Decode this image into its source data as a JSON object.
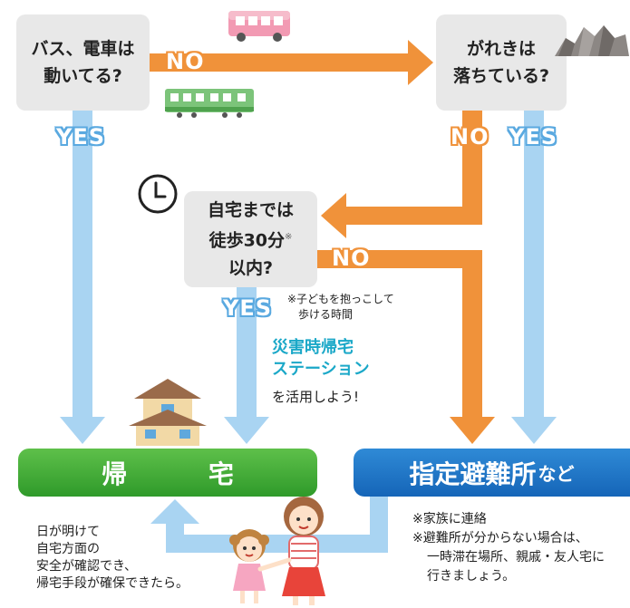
{
  "questions": {
    "q1": [
      "バス、電車は",
      "動いてる?"
    ],
    "q2": [
      "がれきは",
      "落ちている?"
    ],
    "q3": [
      "自宅までは",
      "徒歩30分",
      "以内?"
    ],
    "q3_mark": "※"
  },
  "labels": {
    "no1": "NO",
    "no2": "NO",
    "no3": "NO",
    "yes1": "YES",
    "yes2": "YES",
    "yes3": "YES"
  },
  "footnote_walk": [
    "※子どもを抱っこして",
    "歩ける時間"
  ],
  "station": {
    "line1": "災害時帰宅",
    "line2": "ステーション",
    "line3": "を活用しよう!"
  },
  "destinations": {
    "home": "帰 宅",
    "shelter_main": "指定避難所",
    "shelter_suffix": "など"
  },
  "home_note": [
    "日が明けて",
    "自宅方面の",
    "安全が確認でき、",
    "帰宅手段が確保できたら。"
  ],
  "shelter_note": [
    "※家族に連絡",
    "※避難所が分からない場合は、",
    "一時滞在場所、親戚・友人宅に",
    "行きましょう。"
  ],
  "colors": {
    "no_orange": "#f0923a",
    "yes_blue": "#a9d4f2",
    "home_green": "#3aaa35",
    "shelter_blue": "#1e74c6"
  }
}
